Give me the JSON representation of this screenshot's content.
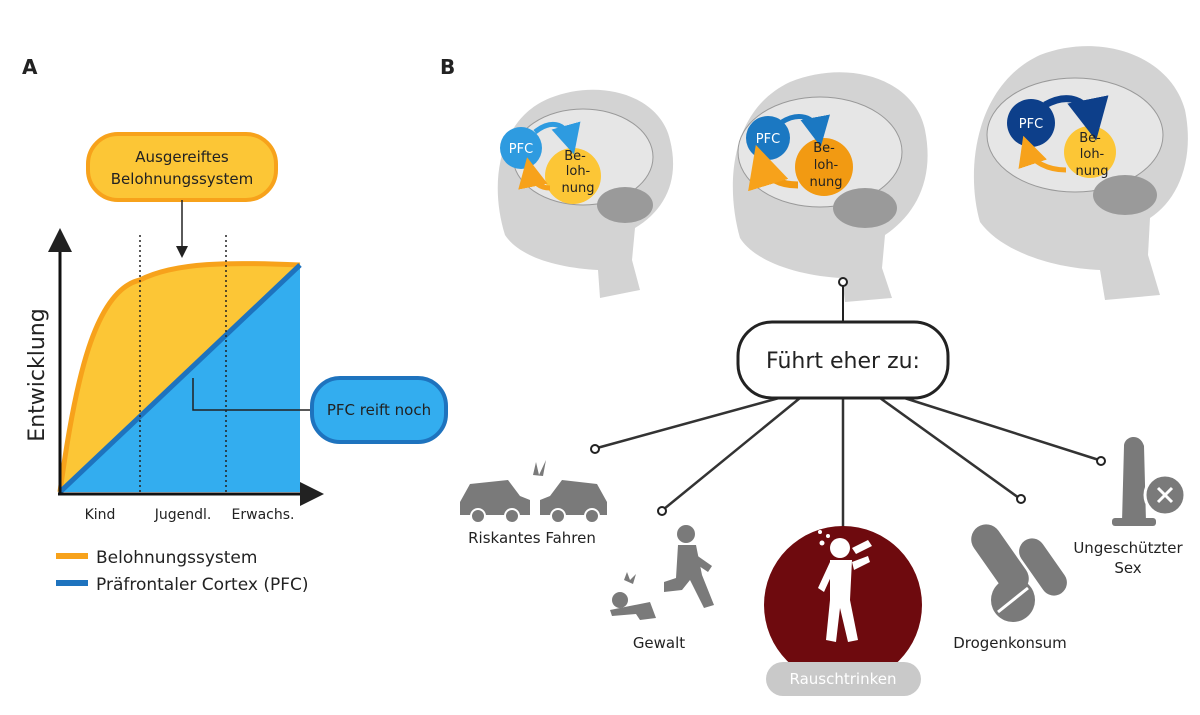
{
  "panel_a": {
    "letter": "A",
    "callout_top": [
      "Ausgereiftes",
      "Belohnungssystem"
    ],
    "callout_pfc": "PFC reift noch",
    "ylabel": "Entwicklung",
    "xticks": [
      "Kind",
      "Jugendl.",
      "Erwachs."
    ],
    "legend": [
      {
        "label": "Belohnungssystem",
        "color": "#f7a21b"
      },
      {
        "label": "Präfrontaler Cortex (PFC)",
        "color": "#1e73be"
      }
    ],
    "colors": {
      "reward_fill": "#fcc636",
      "reward_line": "#f7a21b",
      "pfc_fill": "#33adef",
      "pfc_line": "#1e73be"
    }
  },
  "panel_b": {
    "letter": "B",
    "heads": [
      {
        "pfc": "PFC",
        "reward": [
          "Be-",
          "loh-",
          "nung"
        ],
        "pfc_color": "#2e9be0",
        "reward_color": "#fcc636"
      },
      {
        "pfc": "PFC",
        "reward": [
          "Be-",
          "loh-",
          "nung"
        ],
        "pfc_color": "#1b78c2",
        "reward_color": "#f29a12"
      },
      {
        "pfc": "PFC",
        "reward": [
          "Be-",
          "loh-",
          "nung"
        ],
        "pfc_color": "#0d3f8a",
        "reward_color": "#fcc636"
      }
    ],
    "center": "Führt eher zu:",
    "outcomes": {
      "fahren": "Riskantes Fahren",
      "gewalt": "Gewalt",
      "rausch": "Rauschtrinken",
      "drogen": "Drogenkonsum",
      "sex": [
        "Ungeschützter",
        "Sex"
      ]
    },
    "colors": {
      "highlight": "#6e0a0e",
      "icon_gray": "#7a7a7a",
      "head_gray": "#d3d3d3"
    }
  }
}
